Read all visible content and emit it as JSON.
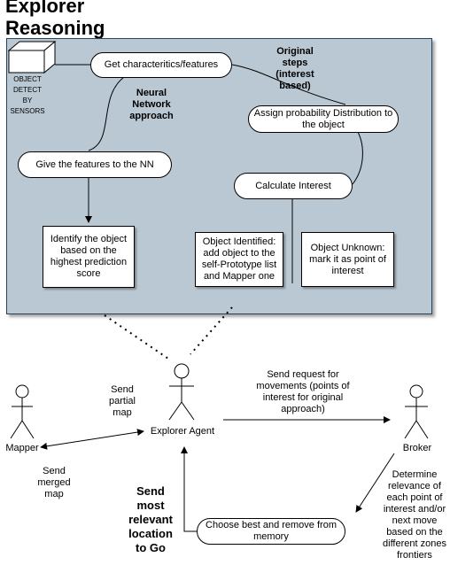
{
  "title_line1": "Explorer",
  "title_line2": "Reasoning",
  "sensor_label": [
    "OBJECT",
    "DETECT",
    "BY",
    "SENSORS"
  ],
  "nodes": {
    "get_features": "Get characteritics/features",
    "give_nn": "Give the features to the NN",
    "identify": "Identify the object based on the highest prediction score",
    "assign_prob": "Assign probability Distribution to the object",
    "calc_interest": "Calculate Interest",
    "obj_identified": "Object Identified: add object to the self-Prototype list and Mapper one",
    "obj_unknown": "Object Unknown: mark it as point of interest",
    "choose_best": "Choose best and remove from memory"
  },
  "labels": {
    "neural_network": "Neural Network approach",
    "original_steps": "Original steps (interest based)",
    "send_partial_map": "Send partial map",
    "send_merged_map": "Send merged map",
    "send_request": "Send request for movements (points of interest for original approach)",
    "determine_relevance": "Determine relevance of each point of interest and/or next move based on the different zones frontiers",
    "send_most_relevant": "Send most relevant location to Go"
  },
  "actors": {
    "mapper": "Mapper",
    "explorer": "Explorer Agent",
    "broker": "Broker"
  }
}
